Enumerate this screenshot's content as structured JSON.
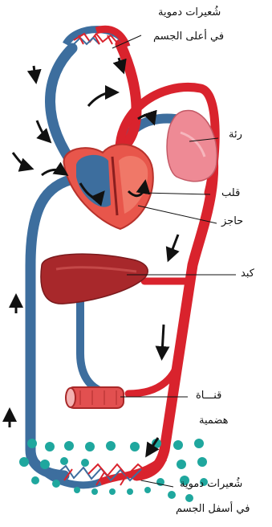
{
  "labels": {
    "upper_capillaries_line1": "شُعيرات دموية",
    "upper_capillaries_line2": "في أعلى الجسم",
    "lung": "رئة",
    "heart": "قلب",
    "septum": "حاجز",
    "liver": "كبد",
    "digestive_tract_line1": "قنـــاة",
    "digestive_tract_line2": "هضمية",
    "lower_capillaries_line1": "شُعيرات دموية",
    "lower_capillaries_line2": "في أسفل الجسم"
  },
  "colors": {
    "oxygenated": "#d9232d",
    "deoxygenated": "#3d6e9e",
    "lung": "#ee8a95",
    "liver": "#a8282b",
    "heart_wall": "#e8564b",
    "particles": "#1fa79e",
    "arrow": "#111111"
  },
  "icons": [
    "flow-arrow-icon"
  ]
}
